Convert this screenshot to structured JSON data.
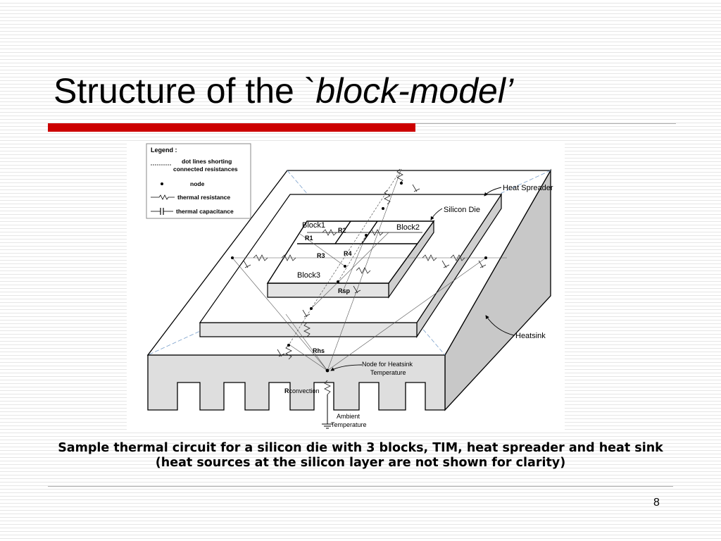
{
  "slide": {
    "title_plain": "Structure of the `",
    "title_emph": "block-model’",
    "caption": "Sample thermal circuit for a silicon die with 3 blocks, TIM, heat spreader and heat sink (heat sources at the silicon layer are not shown for clarity)",
    "page_number": "8"
  },
  "diagram": {
    "legend": {
      "title": "Legend :",
      "dot_line": "dot lines shorting",
      "dot_line_2": "connected resistances",
      "node": "node",
      "thermal_resistance": "thermal resistance",
      "thermal_capacitance": "thermal capacitance"
    },
    "labels": {
      "heat_spreader": "Heat Spreader",
      "silicon_die": "Silicon Die",
      "heatsink": "Heatsink",
      "block1": "Block1",
      "block2": "Block2",
      "block3": "Block3",
      "r1": "R1",
      "r2": "R2",
      "r3": "R3",
      "r4": "R4",
      "rsp": "Rsp",
      "rhs": "Rhs",
      "node_heatsink_1": "Node for Heatsink",
      "node_heatsink_2": "Temperature",
      "r_convection_prefix": "R",
      "r_convection_rest": "convection",
      "ambient_1": "Ambient",
      "ambient_2": "Temperature"
    }
  }
}
